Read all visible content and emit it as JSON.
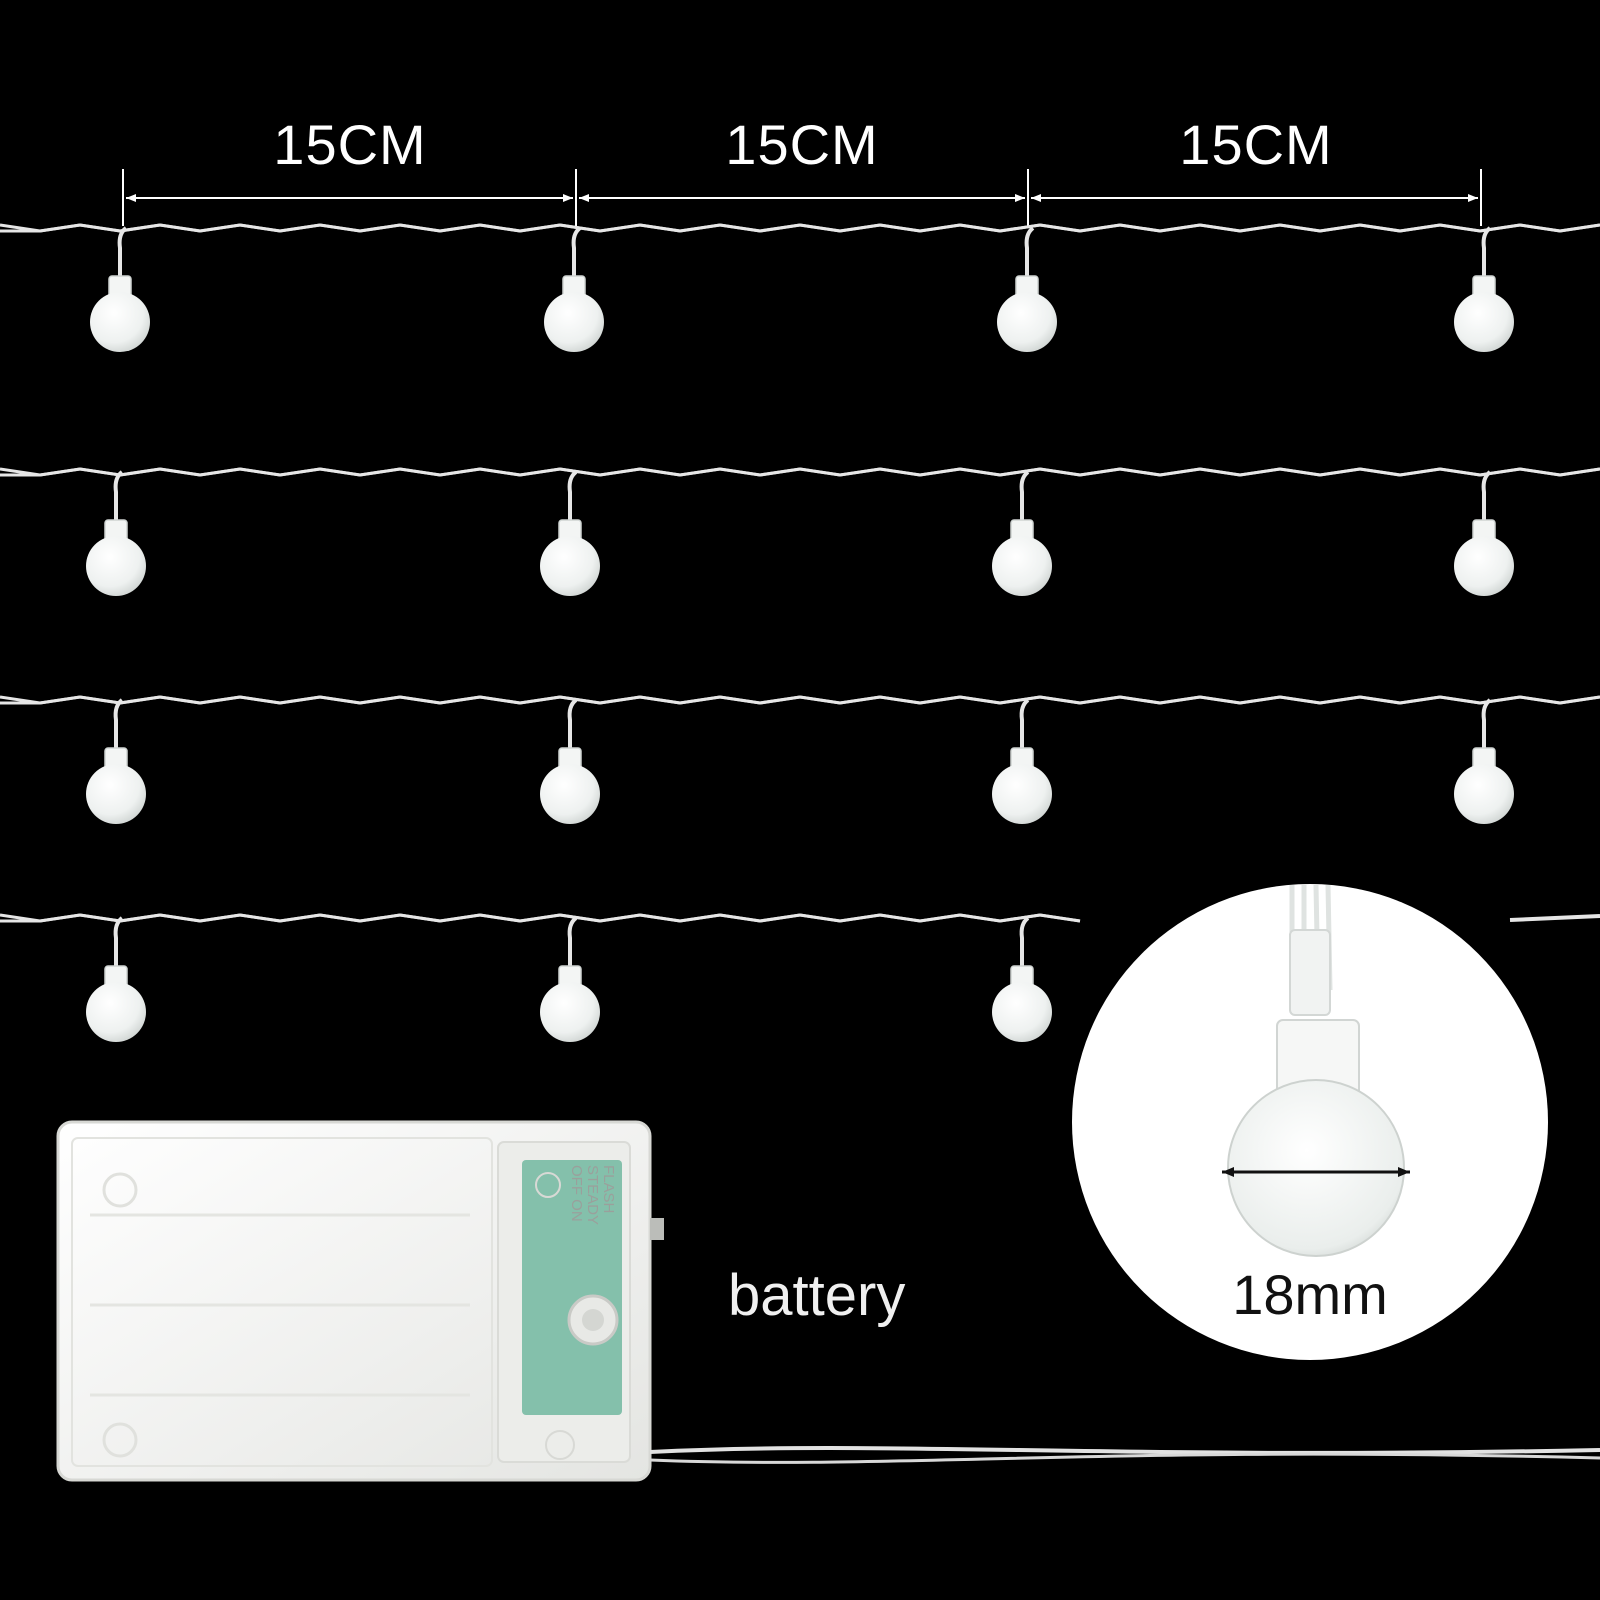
{
  "spacing_labels": [
    "15CM",
    "15CM",
    "15CM"
  ],
  "battery_label": "battery",
  "bulb_size_label": "18mm",
  "battery_switch_text": [
    "FLASH",
    "STEADY",
    "OFF ON"
  ],
  "colors": {
    "background": "#000000",
    "wire": "#e6e6e6",
    "bulb": "#f2f4f3",
    "battery_case": "#f3f3f1",
    "circuit_board": "#2f9a77",
    "callout_circle": "#ffffff"
  }
}
